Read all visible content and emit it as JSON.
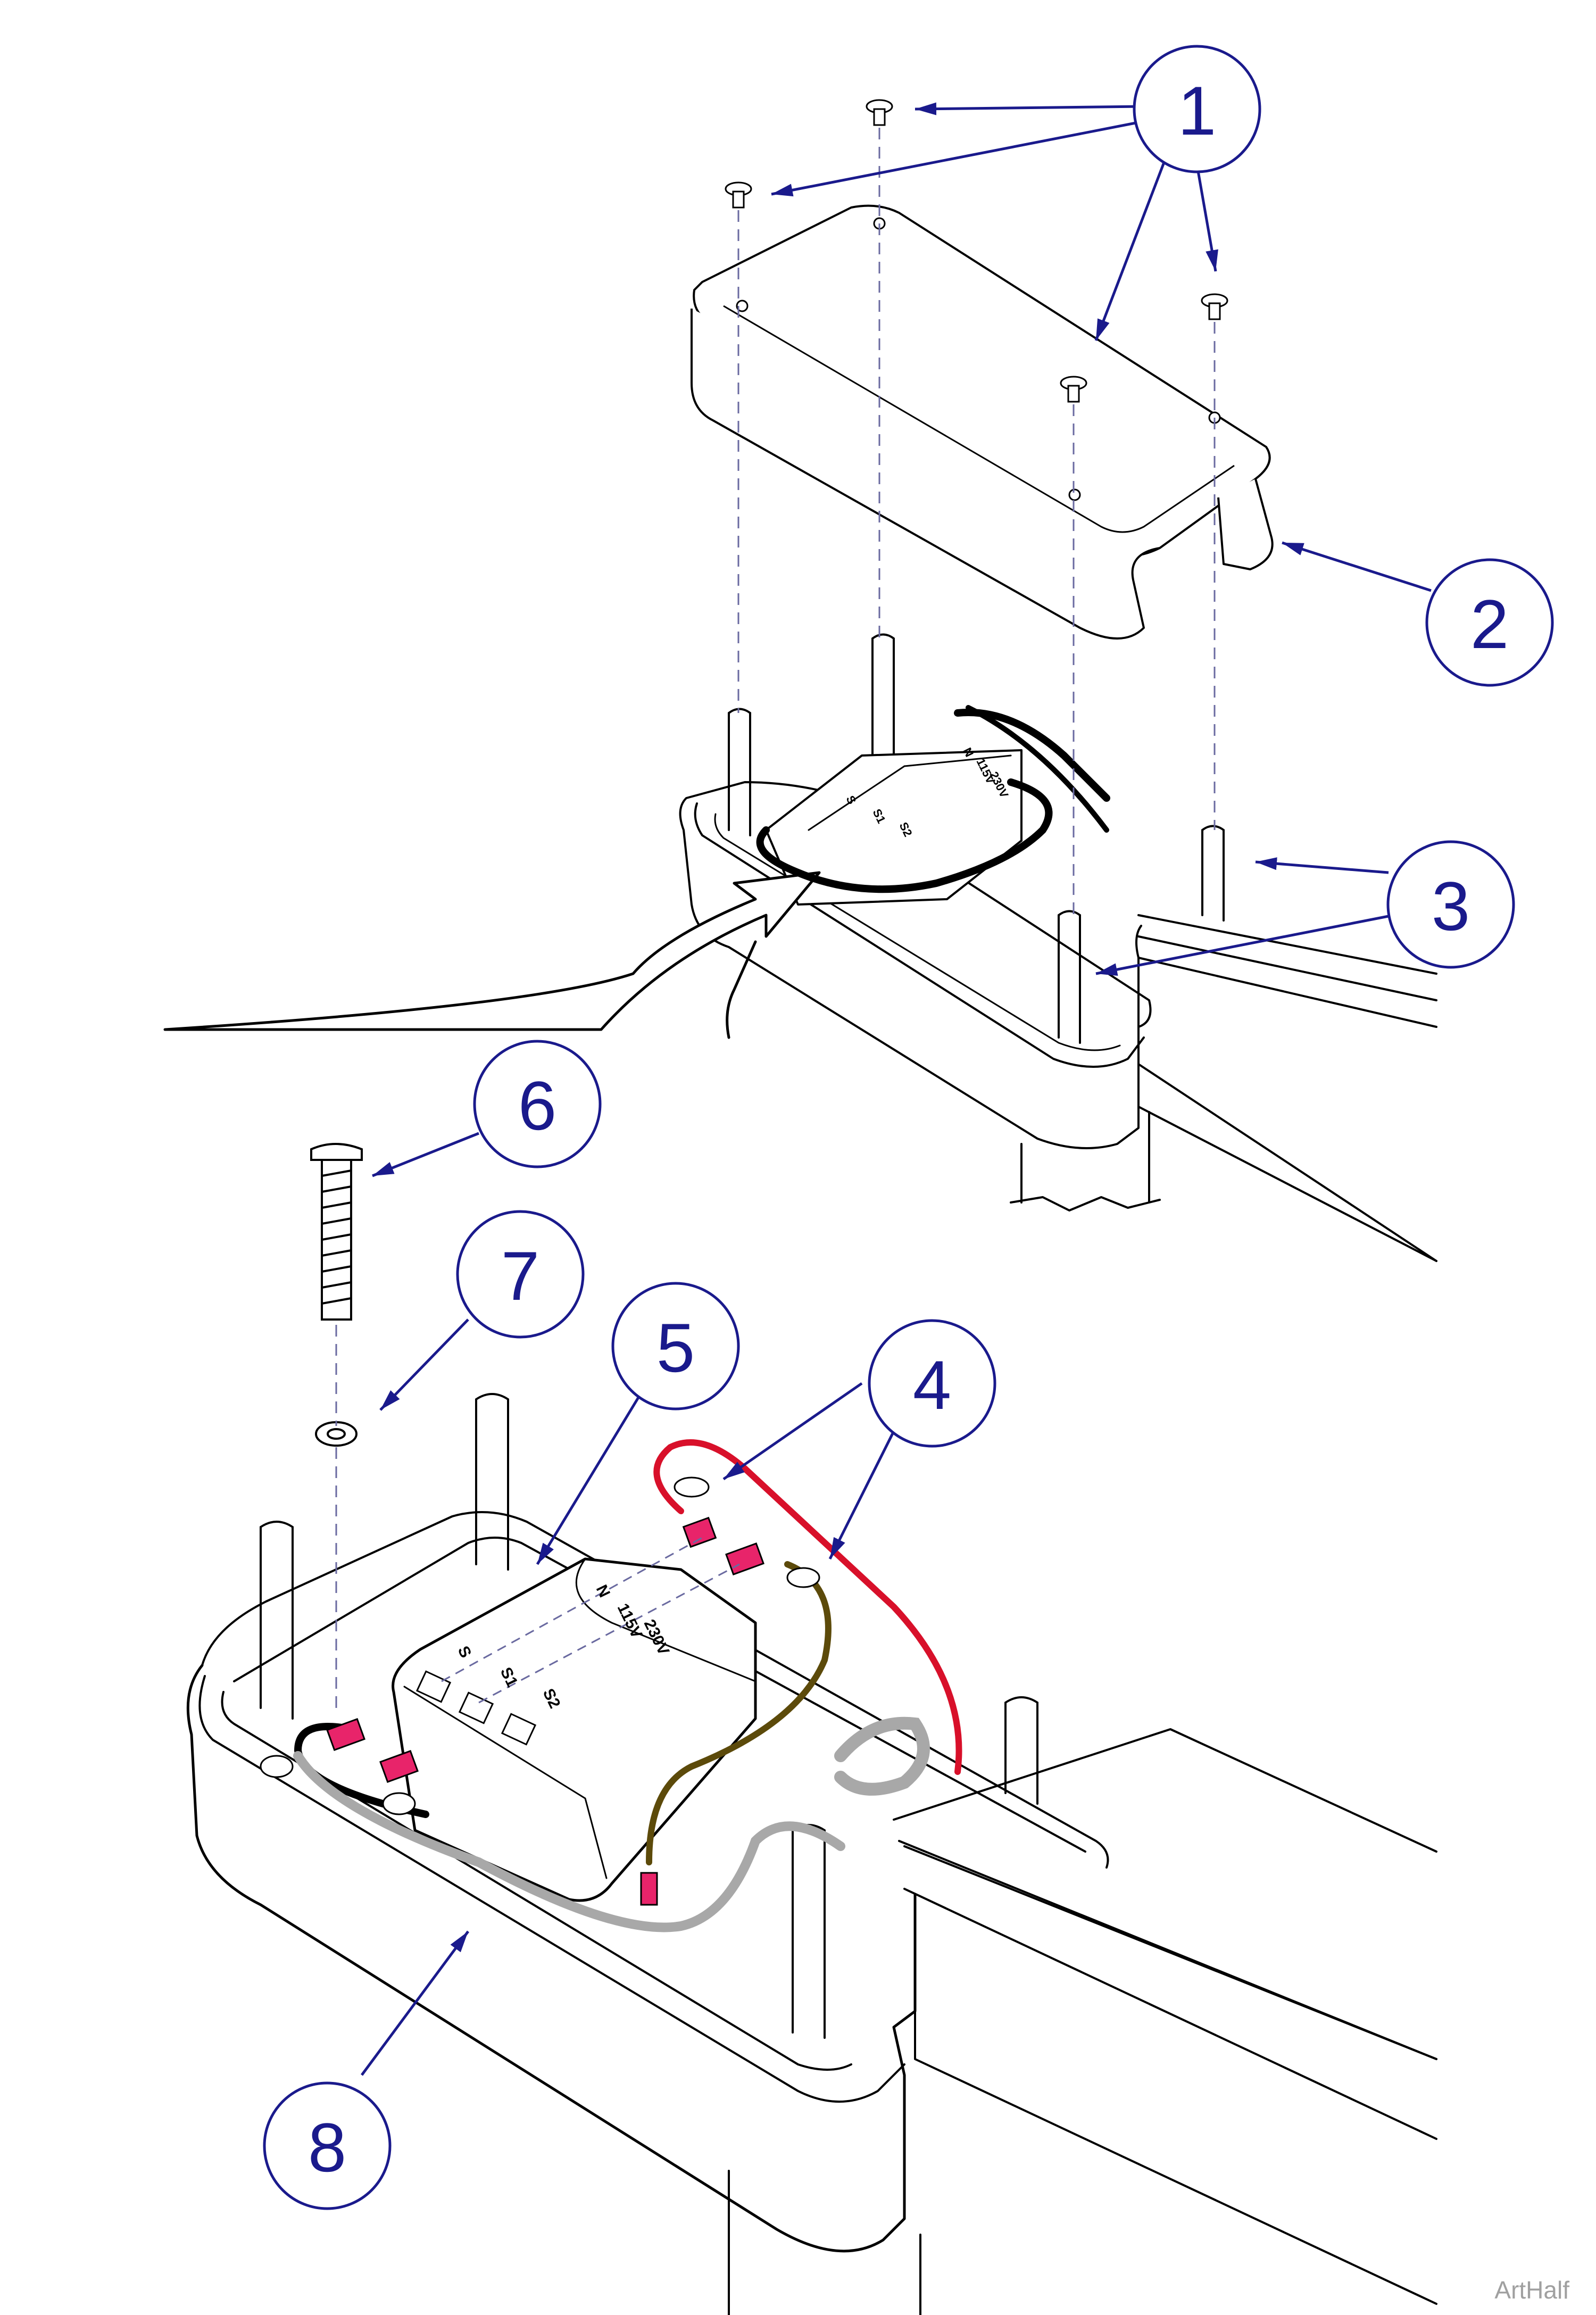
{
  "callouts": [
    {
      "id": "1",
      "label": "1"
    },
    {
      "id": "2",
      "label": "2"
    },
    {
      "id": "3",
      "label": "3"
    },
    {
      "id": "4",
      "label": "4"
    },
    {
      "id": "5",
      "label": "5"
    },
    {
      "id": "6",
      "label": "6"
    },
    {
      "id": "7",
      "label": "7"
    },
    {
      "id": "8",
      "label": "8"
    }
  ],
  "transformer_labels": {
    "top": {
      "n": "N",
      "v115": "115V",
      "v230": "230V",
      "s": "S",
      "s1": "S1",
      "s2": "S2"
    },
    "bottom": {
      "n": "N",
      "v115": "115V",
      "v230": "230V",
      "s": "S",
      "s1": "S1",
      "s2": "S2"
    }
  },
  "watermark": "ArtHalf",
  "colors": {
    "callout": "#1a1a8c",
    "wire_red": "#d8102a",
    "wire_olive": "#5c4a0a",
    "wire_gray": "#a8a8a8",
    "connector_pink": "#e8246a",
    "line": "#000000"
  }
}
